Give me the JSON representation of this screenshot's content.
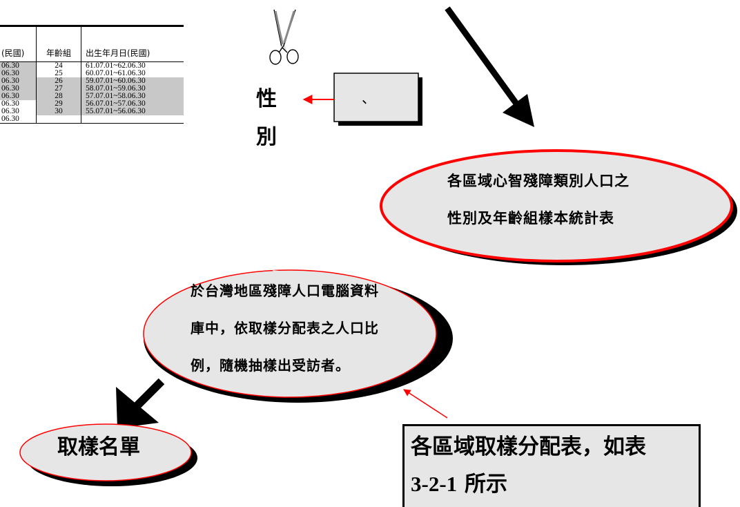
{
  "table": {
    "headers": [
      "(民國)",
      "年齡組",
      "出生年月日(民國)"
    ],
    "rows": [
      {
        "prev": "06.30",
        "age": "24",
        "birth": "61.07.01~62.06.30",
        "prev_shaded": true,
        "shaded": false
      },
      {
        "prev": "06.30",
        "age": "25",
        "birth": "60.07.01~61.06.30",
        "prev_shaded": true,
        "shaded": false
      },
      {
        "prev": "06.30",
        "age": "26",
        "birth": "59.07.01~60.06.30",
        "prev_shaded": true,
        "shaded": true
      },
      {
        "prev": "06.30",
        "age": "27",
        "birth": "58.07.01~59.06.30",
        "prev_shaded": true,
        "shaded": true
      },
      {
        "prev": "06.30",
        "age": "28",
        "birth": "57.07.01~58.06.30",
        "prev_shaded": true,
        "shaded": true
      },
      {
        "prev": "06.30",
        "age": "29",
        "birth": "56.07.01~57.06.30",
        "prev_shaded": false,
        "shaded": true
      },
      {
        "prev": "06.30",
        "age": "30",
        "birth": "55.07.01~56.06.30",
        "prev_shaded": false,
        "shaded": true
      },
      {
        "prev": "06.30",
        "age": "",
        "birth": "",
        "prev_shaded": false,
        "shaded": false
      }
    ]
  },
  "gender": {
    "char1": "性",
    "char2": "別"
  },
  "box_small": {
    "text": "、"
  },
  "stats_bubble": {
    "line1": "各區域心智殘障類別人口之",
    "line2": "性別及年齡組樣本統計表"
  },
  "process_bubble": {
    "line1": "於台灣地區殘障人口電腦資料",
    "line2": "庫中，依取樣分配表之人口比",
    "line3": "例，隨機抽樣出受訪者。"
  },
  "sample_list": {
    "text": "取樣名單"
  },
  "allocation": {
    "line1": "各區域取樣分配表，如表",
    "line2_num": "3-2-1",
    "line2_text": " 所示"
  },
  "colors": {
    "accent": "#ff0000",
    "bubble_fill": "#e6e6e6",
    "shadow": "#000000",
    "box_fill": "#e6e6e6"
  }
}
